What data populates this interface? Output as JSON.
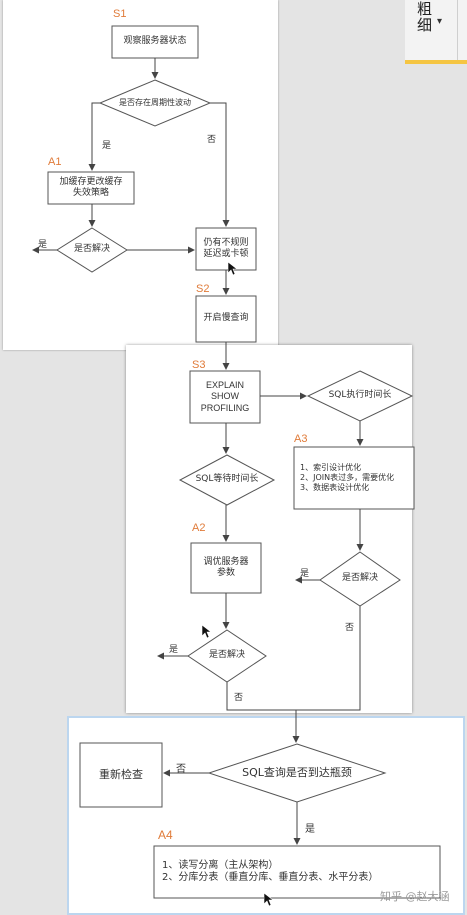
{
  "ribbon": {
    "label_1": "粗",
    "label_2": "细",
    "dropdown_arrow": "▾"
  },
  "section_labels": {
    "s1": "S1",
    "s2": "S2",
    "s3": "S3",
    "a1": "A1",
    "a2": "A2",
    "a3": "A3",
    "a4": "A4"
  },
  "nodes": {
    "observe_server_status": "观察服务器状态",
    "periodic_fluctuation": "是否存在周期性波动",
    "add_cache": [
      "加缓存更改缓存",
      "失效策略"
    ],
    "resolved_1": "是否解决",
    "still_irregular": [
      "仍有不规则",
      "延迟或卡顿"
    ],
    "enable_slow_query": "开启慢查询",
    "explain_show_profiling": [
      "EXPLAIN",
      "SHOW",
      "PROFILING"
    ],
    "sql_exec_time_long": "SQL执行时间长",
    "index_optimizations": [
      "1、索引设计优化",
      "2、JOIN表过多，需要优化",
      "3、数据表设计优化"
    ],
    "sql_wait_time_long": "SQL等待时间长",
    "tune_server_params": [
      "调优服务器",
      "参数"
    ],
    "resolved_2": "是否解决",
    "resolved_3": "是否解决",
    "recheck": "重新检查",
    "sql_reached_bottleneck": "SQL查询是否到达瓶颈",
    "final_actions": [
      "1、读写分离（主从架构）",
      "2、分库分表（垂直分库、垂直分表、水平分表）"
    ]
  },
  "edge_labels": {
    "yes": "是",
    "no": "否"
  },
  "watermark": "知乎 @赵大涵",
  "colors": {
    "line": "#444444",
    "label_orange": "#e07b39",
    "panel_border": "#bcd6ef",
    "ribbon_accent": "#f5c542"
  }
}
